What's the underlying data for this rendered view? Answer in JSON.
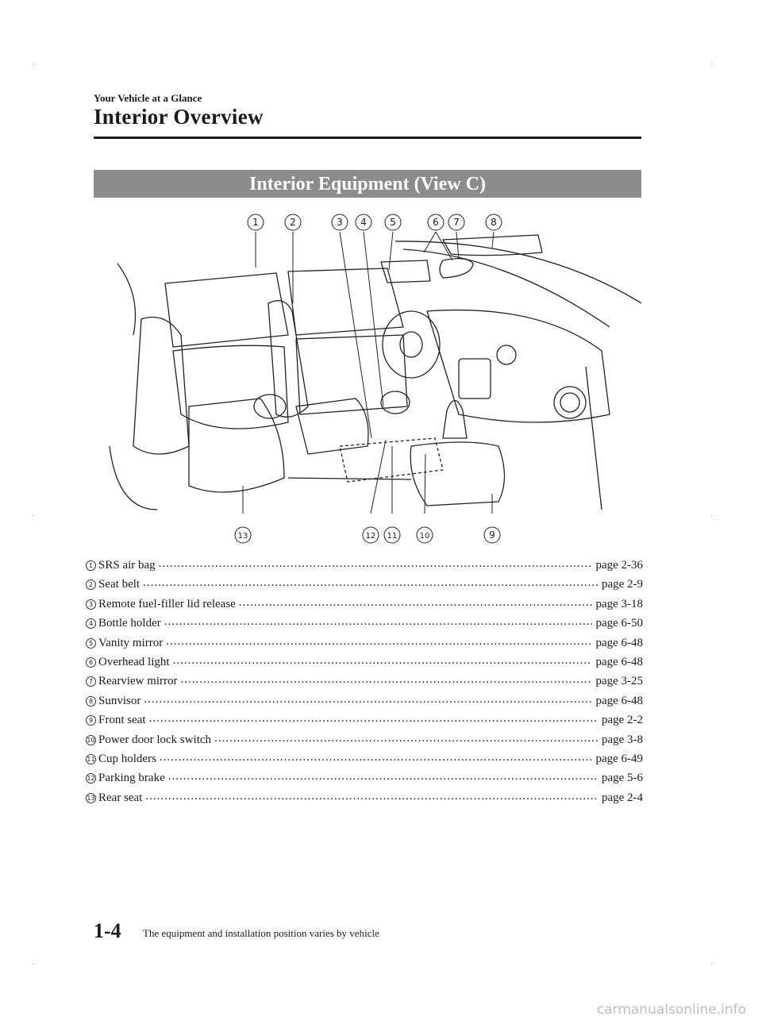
{
  "header": {
    "section": "Your Vehicle at a Glance",
    "title": "Interior Overview"
  },
  "banner": "Interior Equipment (View C)",
  "callouts_top": [
    "1",
    "2",
    "3",
    "4",
    "5",
    "6",
    "7",
    "8"
  ],
  "callouts_bottom": [
    "13",
    "12",
    "11",
    "10",
    "9"
  ],
  "items": [
    {
      "num": "1",
      "label": "SRS air bag",
      "page": "page 2-36"
    },
    {
      "num": "2",
      "label": "Seat belt",
      "page": "page 2-9"
    },
    {
      "num": "3",
      "label": "Remote fuel-filler lid release",
      "page": "page 3-18"
    },
    {
      "num": "4",
      "label": "Bottle holder",
      "page": "page 6-50"
    },
    {
      "num": "5",
      "label": "Vanity mirror",
      "page": "page 6-48"
    },
    {
      "num": "6",
      "label": "Overhead light",
      "page": "page 6-48"
    },
    {
      "num": "7",
      "label": "Rearview mirror",
      "page": "page 3-25"
    },
    {
      "num": "8",
      "label": "Sunvisor",
      "page": "page 6-48"
    },
    {
      "num": "9",
      "label": "Front seat",
      "page": "page 2-2"
    },
    {
      "num": "10",
      "label": "Power door lock switch",
      "page": "page 3-8"
    },
    {
      "num": "11",
      "label": "Cup holders",
      "page": "page 6-49"
    },
    {
      "num": "12",
      "label": "Parking brake",
      "page": "page 5-6"
    },
    {
      "num": "13",
      "label": "Rear seat",
      "page": "page 2-4"
    }
  ],
  "footer": {
    "page_number": "1-4",
    "note": "The equipment and installation position varies by vehicle"
  },
  "watermark": "carmanualsonline.info"
}
